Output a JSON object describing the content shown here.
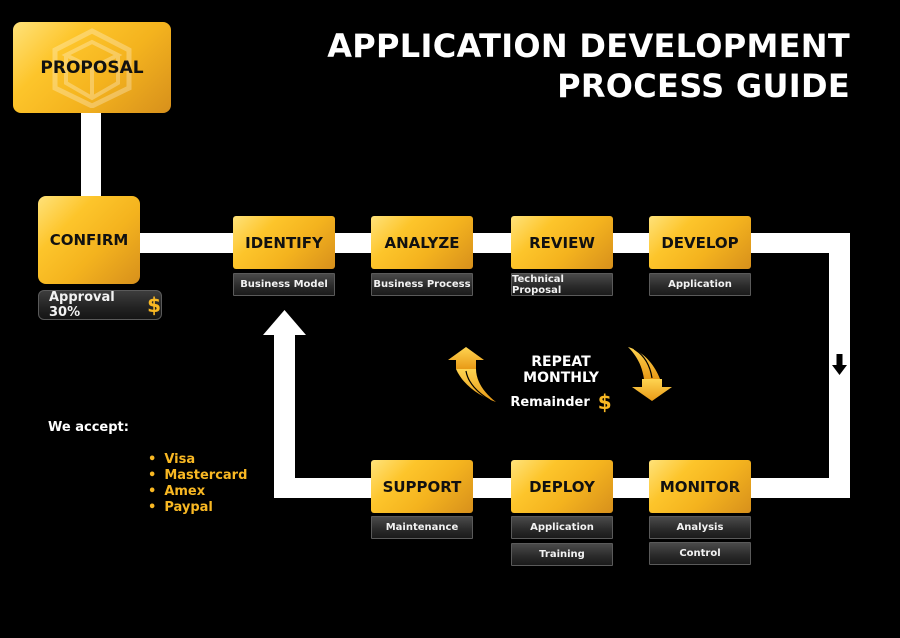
{
  "title": {
    "line1": "APPLICATION DEVELOPMENT",
    "line2": "PROCESS GUIDE"
  },
  "colors": {
    "background": "#000000",
    "accent_gold": "#fdc52b",
    "dollar": "#f9b823",
    "connector": "#ffffff",
    "sub_label_bg": "#2c2c2c"
  },
  "proposal": {
    "label": "PROPOSAL",
    "icon": "box-icon"
  },
  "confirm": {
    "label": "CONFIRM",
    "approval_text": "Approval 30%",
    "currency_symbol": "$"
  },
  "top_row": [
    {
      "label": "IDENTIFY",
      "subs": [
        "Business Model"
      ]
    },
    {
      "label": "ANALYZE",
      "subs": [
        "Business Process"
      ]
    },
    {
      "label": "REVIEW",
      "subs": [
        "Technical Proposal"
      ]
    },
    {
      "label": "DEVELOP",
      "subs": [
        "Application"
      ]
    }
  ],
  "bottom_row": [
    {
      "label": "SUPPORT",
      "subs": [
        "Maintenance"
      ]
    },
    {
      "label": "DEPLOY",
      "subs": [
        "Application",
        "Training"
      ]
    },
    {
      "label": "MONITOR",
      "subs": [
        "Analysis",
        "Control"
      ]
    }
  ],
  "cycle": {
    "heading": "REPEAT MONTHLY",
    "subheading": "Remainder",
    "currency_symbol": "$",
    "icons": [
      "curved-arrow-up-icon",
      "curved-arrow-down-icon"
    ]
  },
  "payment": {
    "heading": "We accept:",
    "methods": [
      "Visa",
      "Mastercard",
      "Amex",
      "Paypal"
    ]
  }
}
